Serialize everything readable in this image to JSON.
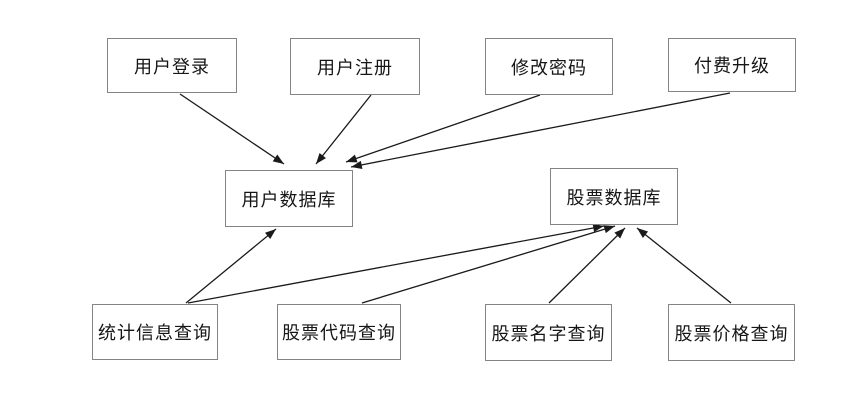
{
  "diagram": {
    "title": "user-stock-database-flowchart",
    "colors": {
      "background": "#ffffff",
      "node_border": "#848484",
      "node_fill": "#ffffff",
      "arrow": "#1a1a1a",
      "text": "#161616"
    },
    "nodes": {
      "user_login": {
        "label": "用户登录"
      },
      "user_register": {
        "label": "用户注册"
      },
      "change_password": {
        "label": "修改密码"
      },
      "paid_upgrade": {
        "label": "付费升级"
      },
      "user_database": {
        "label": "用户数据库"
      },
      "stock_database": {
        "label": "股票数据库"
      },
      "stats_info_query": {
        "label": "统计信息查询"
      },
      "stock_code_query": {
        "label": "股票代码查询"
      },
      "stock_name_query": {
        "label": "股票名字查询"
      },
      "stock_price_query": {
        "label": "股票价格查询"
      }
    },
    "edges": [
      {
        "from": "user_login",
        "to": "user_database"
      },
      {
        "from": "user_register",
        "to": "user_database"
      },
      {
        "from": "change_password",
        "to": "user_database"
      },
      {
        "from": "paid_upgrade",
        "to": "user_database"
      },
      {
        "from": "stats_info_query",
        "to": "user_database"
      },
      {
        "from": "stats_info_query",
        "to": "stock_database"
      },
      {
        "from": "stock_code_query",
        "to": "stock_database"
      },
      {
        "from": "stock_name_query",
        "to": "stock_database"
      },
      {
        "from": "stock_price_query",
        "to": "stock_database"
      }
    ]
  }
}
